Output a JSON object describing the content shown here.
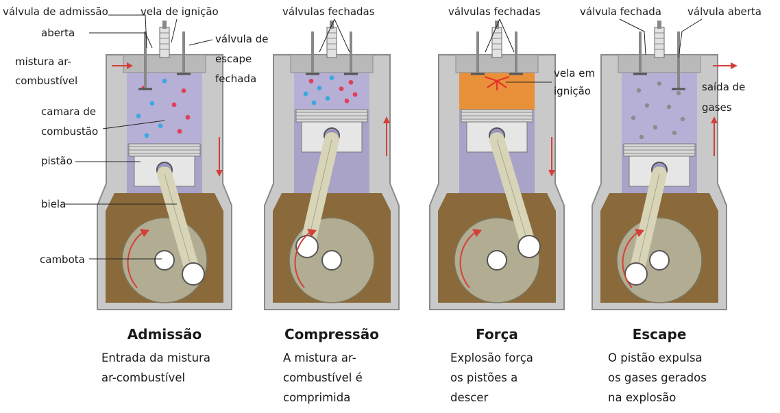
{
  "colors": {
    "casing": "#c9c9c9",
    "casing_edge": "#8a8a8a",
    "crankcase": "#8a6a3a",
    "cylinder": "#aaa3c8",
    "combustion": "#e8913a",
    "rod": "#d8d4b8",
    "crank_disc": "#b7b59c",
    "arrow": "#d2403a",
    "particle_red": "#e0405a",
    "particle_blue": "#3ba9e0",
    "particle_gray": "#8c8c8c"
  },
  "strokes": [
    {
      "id": "admissao",
      "title": "Admissão",
      "description": [
        "Entrada da mistura",
        "ar-combustível"
      ],
      "piston_direction": "down",
      "chamber": "mixture"
    },
    {
      "id": "compressao",
      "title": "Compressão",
      "description": [
        "A mistura ar-",
        "combustível é",
        "comprimida"
      ],
      "piston_direction": "up",
      "chamber": "mixture"
    },
    {
      "id": "forca",
      "title": "Força",
      "description": [
        "Explosão força",
        "os pistões a",
        "descer"
      ],
      "piston_direction": "down",
      "chamber": "ignition"
    },
    {
      "id": "escape",
      "title": "Escape",
      "description": [
        "O pistão expulsa",
        "os gases gerados",
        "na explosão"
      ],
      "piston_direction": "up",
      "chamber": "exhaust"
    }
  ],
  "labels": {
    "valvula_admissao_aberta": [
      "válvula de admissão",
      "aberta"
    ],
    "vela_ignicao": "vela de ignição",
    "valvula_escape_fechada": [
      "válvula de",
      "escape",
      "fechada"
    ],
    "mistura": [
      "mistura ar-",
      "combustível"
    ],
    "camara": [
      "camara de",
      "combustão"
    ],
    "pistao": "pistão",
    "biela": "biela",
    "cambota": "cambota",
    "valvulas_fechadas_1": "válvulas fechadas",
    "valvulas_fechadas_2": "válvulas fechadas",
    "vela_em_ignicao": [
      "vela em",
      "ignição"
    ],
    "valvula_fechada": "válvula fechada",
    "valvula_aberta": "válvula aberta",
    "saida_gases": [
      "saída de",
      "gases"
    ]
  }
}
